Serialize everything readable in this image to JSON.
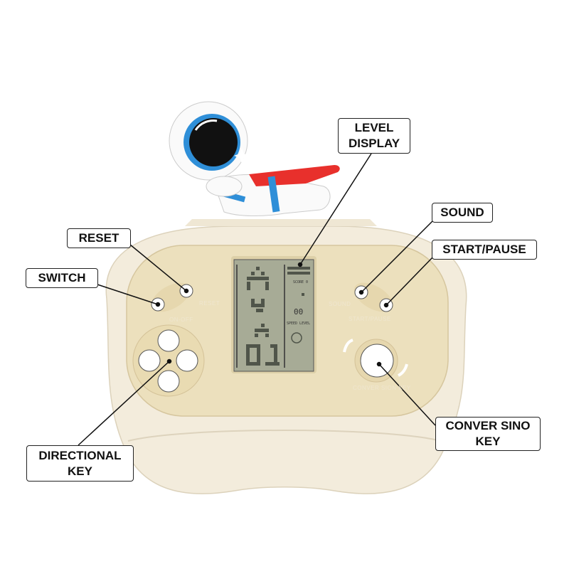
{
  "callouts": {
    "level_display": "LEVEL DISPLAY",
    "sound": "SOUND",
    "start_pause": "START/PAUSE",
    "reset": "RESET",
    "switch": "SWITCH",
    "directional_key": "DIRECTIONAL KEY",
    "conversion_key": "CONVER SINO KEY"
  },
  "device_labels": {
    "reset": "RESET",
    "on_off": "ON-OFF",
    "sound": "SOUND",
    "start_pause": "START/PAUSE",
    "conversion_key": "CONVER SION KEY"
  },
  "screen": {
    "score_label": "SCORE",
    "score_value": "0",
    "speed_level_value": "00",
    "speed_level_label": "SPEED LEVEL"
  },
  "colors": {
    "body": "#f3ecdc",
    "panel": "#ece0bd",
    "lcd": "#a7ab96",
    "cape": "#e8302c",
    "helmet_ring": "#2f8fd8"
  }
}
